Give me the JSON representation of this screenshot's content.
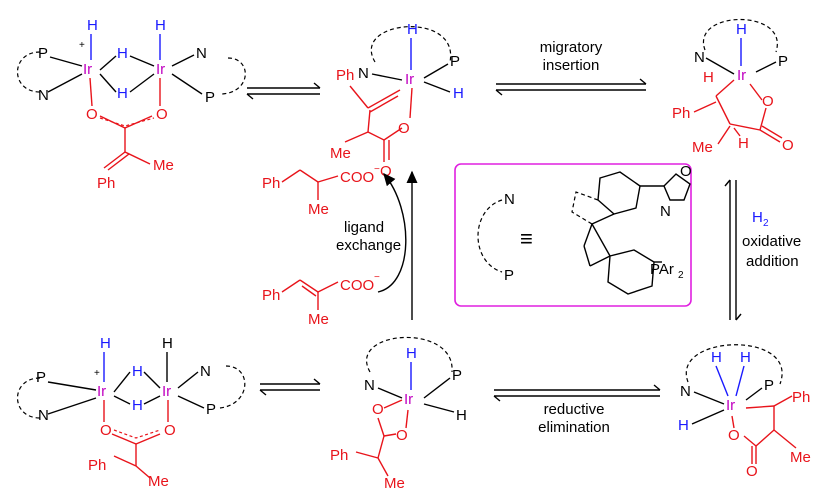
{
  "atoms": {
    "ir": "Ir",
    "h": "H",
    "n": "N",
    "p": "P",
    "o": "O",
    "ph": "Ph",
    "me": "Me",
    "plus": "+",
    "minus": "−"
  },
  "labels": {
    "migratory_1": "migratory",
    "migratory_2": "insertion",
    "h2": "H",
    "h2_sub": "2",
    "oxidative_1": "oxidative",
    "oxidative_2": "addition",
    "reductive_1": "reductive",
    "reductive_2": "elimination",
    "ligand_1": "ligand",
    "ligand_2": "exchange"
  },
  "species": {
    "product_acid": "COO",
    "substrate_acid": "COO"
  },
  "ligand_box": {
    "n_label": "N",
    "p_label": "P",
    "equiv": "≡",
    "oxazoline_n": "N",
    "oxazoline_o": "O",
    "par2": "PAr",
    "par2_sub": "2"
  },
  "colors": {
    "iridium": "#c000c0",
    "hydride": "#1a1aff",
    "substrate": "#e8141b",
    "box_border": "#e020e0"
  }
}
